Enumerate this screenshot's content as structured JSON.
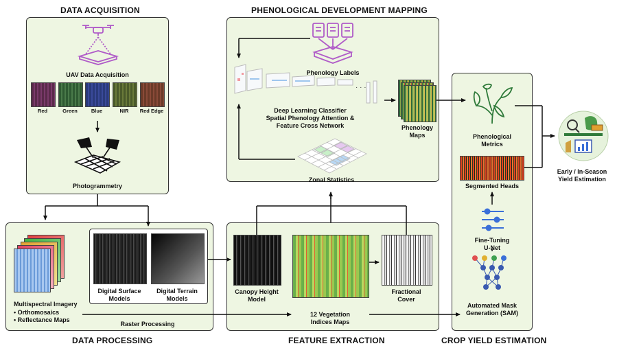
{
  "sections": {
    "data_acquisition": "DATA ACQUISITION",
    "phenological_mapping": "PHENOLOGICAL DEVELOPMENT MAPPING",
    "data_processing": "DATA PROCESSING",
    "feature_extraction": "FEATURE EXTRACTION",
    "crop_yield": "CROP YIELD ESTIMATION"
  },
  "acquisition": {
    "uav": "UAV Data Acquisition",
    "bands": [
      "Red",
      "Green",
      "Blue",
      "NIR",
      "Red Edge"
    ],
    "band_colors": [
      "#5a2a4a",
      "#2e5a32",
      "#2a3a7a",
      "#4a5a2a",
      "#6a3a28"
    ],
    "photogrammetry": "Photogrammetry"
  },
  "phenology": {
    "labels": "Phenology Labels",
    "classifier_line1": "Deep Learning Classifier",
    "classifier_line2": "Spatial Phenology Attention &",
    "classifier_line3": "Feature Cross Network",
    "maps_line1": "Phenology",
    "maps_line2": "Maps",
    "zonal": "Zonal Statistics"
  },
  "processing": {
    "multispectral": "Multispectral Imagery",
    "bullet1": "Orthomosaics",
    "bullet2": "Reflectance Maps",
    "dsm_line1": "Digital Surface",
    "dsm_line2": "Models",
    "dtm_line1": "Digital Terrain",
    "dtm_line2": "Models",
    "raster": "Raster Processing"
  },
  "features": {
    "chm_line1": "Canopy Height",
    "chm_line2": "Model",
    "fc_line1": "Fractional",
    "fc_line2": "Cover",
    "vi_line1": "12 Vegetation",
    "vi_line2": "Indices Maps"
  },
  "yield": {
    "metrics_line1": "Phenological",
    "metrics_line2": "Metrics",
    "heads": "Segmented Heads",
    "unet_line1": "Fine-Tuning",
    "unet_line2": "U-Net",
    "sam_line1": "Automated Mask",
    "sam_line2": "Generation (SAM)",
    "output_line1": "Early / In-Season",
    "output_line2": "Yield Estimation"
  },
  "colors": {
    "panel_bg": "#eef6e2",
    "accent_purple": "#b05cc8",
    "accent_blue": "#3a6fd8",
    "accent_green": "#2f7a3a"
  }
}
